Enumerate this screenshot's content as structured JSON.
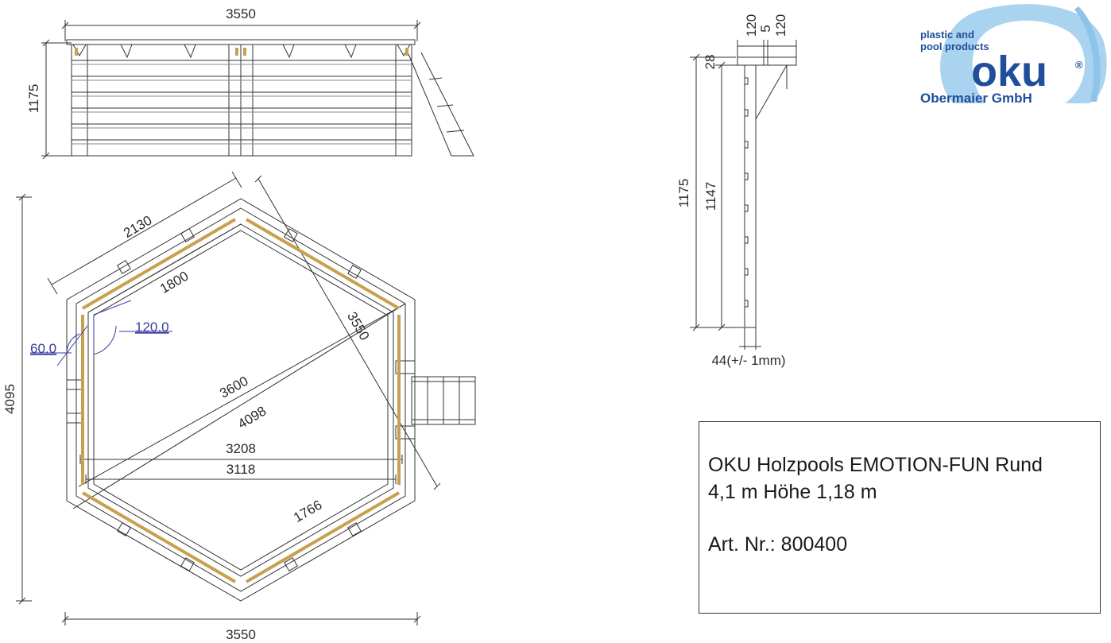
{
  "logo": {
    "tagline_1": "plastic and",
    "tagline_2": "pool products",
    "brand": "oku",
    "registered": "®",
    "company": "Obermaier GmbH",
    "colors": {
      "text": "#1f4e9a",
      "swirl": "#a9d3ef"
    }
  },
  "side_view": {
    "width_label": "3550",
    "height_label": "1175"
  },
  "plan_view": {
    "overall_height": "4095",
    "overall_width": "3550",
    "outer_edge": "2130",
    "inner_edge": "1800",
    "diagonal_short": "3550",
    "diagonal_long": "3600",
    "diagonal_4098": "4098",
    "width_3208": "3208",
    "width_3118": "3118",
    "inner_edge_lower": "1766",
    "angle_60": "60.0",
    "angle_120": "120.0"
  },
  "profile_detail": {
    "top_left": "120",
    "top_mid": "5",
    "top_right": "120",
    "top_rail": "28",
    "total_height": "1175",
    "wall_height": "1147",
    "thickness": "44(+/- 1mm)"
  },
  "info": {
    "title_line1": "OKU Holzpools EMOTION-FUN Rund",
    "title_line2": "4,1 m Höhe 1,18 m",
    "article": "Art. Nr.: 800400"
  },
  "colors": {
    "line": "#333333",
    "wood": "#c8a050",
    "angle": "#3a3aa0"
  }
}
